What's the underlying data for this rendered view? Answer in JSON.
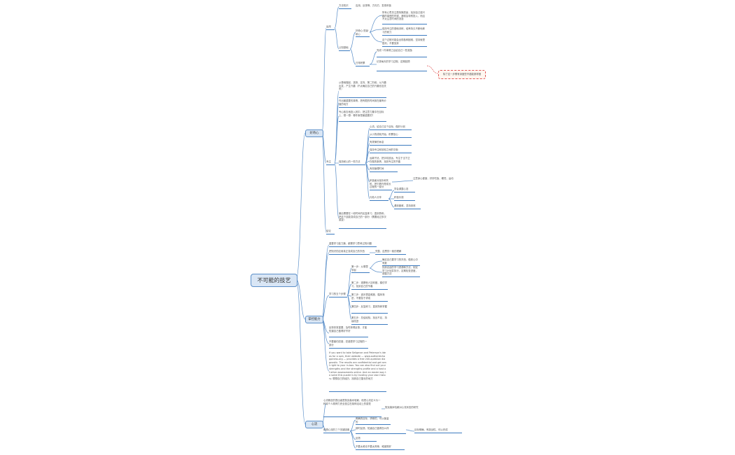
{
  "root": "不可能的技艺",
  "mains": {
    "m1": "好奇心",
    "m2": "掌控能力",
    "m3": "心流"
  },
  "callout": "除了这一步骤有深度些不错能那样做",
  "nodes": {
    "a1": "方法知识",
    "a2": "运用",
    "a3": "应用、反馈等、方向方、发现积极",
    "a4": "认知基础",
    "a5": "好奇心·愿景·耐心",
    "a6": "所有心思关注是特殊愿景，找到自己感兴趣的事情的时候，通常会特别投入，而且不太注意时间的流逝",
    "a7": "保持专注的基础训练，培养持久不断地练习的耐力",
    "a8": "这个过程可能会出现各种困难，坚持就是胜利，不要放弃",
    "a9": "日常积累",
    "a10": "完成一件事情之后给自己一些奖励",
    "a11": "记录每天的学习过程，定期回顾",
    "b1": "从基础做起，选择、定向、第二阶段，从兴趣出发，产生兴趣（不太确定自己的兴趣也没关系）",
    "b2": "作出最重要的事情，把有限的时间用在最有价值的地方",
    "b3": "专心致志地投入其中，把注意力集中在目标上，想一想：哪件事是最重要的？",
    "b4": "专注",
    "b5": "保持耐心的一些方法",
    "b6": "心流、给自己定个目标，做好计划",
    "b7": "从小的成就开始，积累信心",
    "b8": "有规律的休息",
    "b9": "保持专注和放松之间的平衡",
    "b10": "远离干扰，把手机放远，专注于当下正在做的事情，找到专注的节奏",
    "b11": "有效管理时间",
    "b12": "积极面对挫折和失败，把它看作是成长过程的一部分",
    "b13": "与他人分享",
    "b14": "学会调整心态",
    "b15": "积极乐观",
    "b16": "遇到困难，坚持到底",
    "b17": "注意身心健康，好好吃饭、睡觉，运动",
    "b18": "最后需要在一段时间内反复练习，直到熟练，把这个技能变成自己的一部分（需要经过多次重复）",
    "b19": "结论",
    "c1": "重要学习能力篇，都需学习思考过的问题",
    "c2": "把知识的应用真正变成自己的东西",
    "c3": "完整、连贯的一致的理解",
    "c4": "学习的五个步骤",
    "c5": "第一步：从哪里学起",
    "c6": "确定自己要学习的东西，做到心中有数",
    "c7": "找到合适的学习资源和方法，制定学习计划并执行，定期检查进度，调整方法",
    "c8": "第二步：观察他人如何做，模仿学习，找到自己的节奏",
    "c9": "第三步：逐步提高难度，循序渐进，不要急于求成",
    "c10": "第四步：反复练习，直到熟练掌握",
    "c11": "第五步：总结经验，找出不足，持续改进",
    "c12": "反馈非常重要，及时获得反馈，才能知道自己做得好不好",
    "c13": "不要害怕犯错，犯错是学习过程的一部分",
    "c14": "If you want to take Seligman and Peterson's ideas for a spin, their website — www.authentichappiness.org — provides a free 240-question diagnostic. The results are confidential and get sent right to your in-box. You can also find out your strengths and the strengths profile and a host of other assessments online. And an easier way to solve this puzzle is by trusting your own history. 想想自己的经历，找到自己擅长的地方",
    "d1": "心流概念的提出者是契克森米哈赖，他把心流定义为一种将个人精神力完全投注在某种活动上的感觉",
    "d2": "契克森米哈赖对心流状态的研究",
    "d3": "获得心流的三个关键因素",
    "d4": "明确的目标，清晰的、可以衡量的",
    "d5": "即时反馈，知道自己做得怎么样",
    "d6": "挑战与技能的平衡",
    "d7": "目标明确、有挑战性、可以完成",
    "d8": "反馈",
    "d9": "不要太难也不要太简单，难度刚好"
  }
}
